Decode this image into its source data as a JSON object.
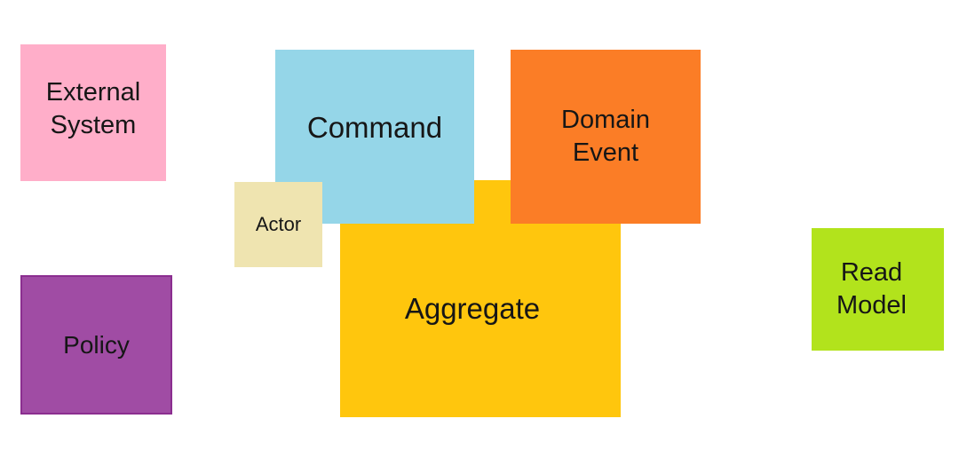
{
  "diagram": {
    "kind": "event-storming-sticky-notes",
    "background_color": "#FFFFFF",
    "text_color": "#161616"
  },
  "notes": [
    {
      "id": "external-system",
      "label": "External\nSystem",
      "color": "#FFAEC9"
    },
    {
      "id": "command",
      "label": "Command",
      "color": "#95D6E8"
    },
    {
      "id": "actor",
      "label": "Actor",
      "color": "#EFE4B0"
    },
    {
      "id": "domain-event",
      "label": "Domain\nEvent",
      "color": "#FB7D26"
    },
    {
      "id": "aggregate",
      "label": "Aggregate",
      "color": "#FFC60D"
    },
    {
      "id": "policy",
      "label": "Policy",
      "color": "#A04CA4",
      "border_color": "#8B2E90"
    },
    {
      "id": "read-model",
      "label": "Read\nModel",
      "color": "#B2E31C"
    }
  ]
}
